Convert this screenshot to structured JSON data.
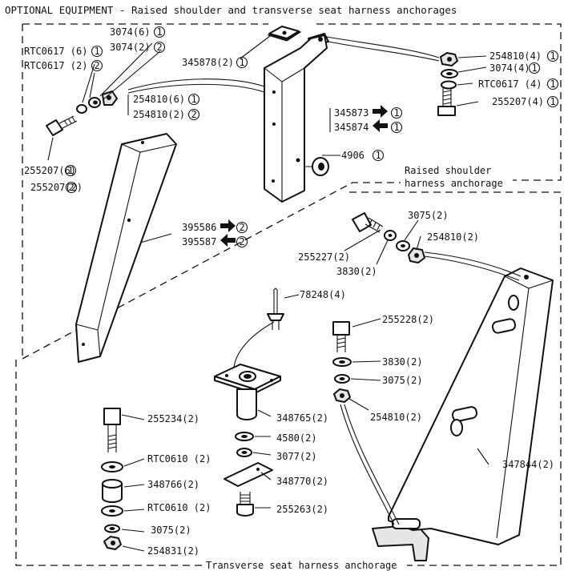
{
  "title": "OPTIONAL EQUIPMENT - Raised shoulder and transverse seat harness anchorages",
  "sections": {
    "raised": "Raised shoulder",
    "raised2": "harness anchorage",
    "transverse": "Transverse seat harness anchorage"
  },
  "labels": {
    "p3074_6": "3074(6)",
    "p3074_2": "3074(2)",
    "rtc0617_6": "RTC0617 (6)",
    "rtc0617_2": "RTC0617 (2)",
    "p345878": "345878(2)",
    "p254810_6": "254810(6)",
    "p254810_2": "254810(2)",
    "p255207_6": "255207(6)",
    "p255207_2": "255207(2)",
    "p345873": "345873",
    "p345874": "345874",
    "p4906": "4906",
    "r254810_4": "254810(4)",
    "r3074_4": "3074(4)",
    "rrtc0617_4": "RTC0617 (4)",
    "r255207_4": "255207(4)",
    "p395586": "395586",
    "p395587": "395587",
    "p3075_top": "3075(2)",
    "p254810_top": "254810(2)",
    "p255227": "255227(2)",
    "p3830_top": "3830(2)",
    "p78248": "78248(4)",
    "p255228": "255228(2)",
    "p3830_mid": "3830(2)",
    "p3075_mid": "3075(2)",
    "p254810_mid": "254810(2)",
    "p255234": "255234(2)",
    "p348765": "348765(2)",
    "prtc0610_a": "RTC0610 (2)",
    "p4580": "4580(2)",
    "p3077": "3077(2)",
    "p348766": "348766(2)",
    "p348770": "348770(2)",
    "prtc0610_b": "RTC0610 (2)",
    "p255263": "255263(2)",
    "p3075_bot": "3075(2)",
    "p347844": "347844(2)",
    "p254831": "254831(2)"
  },
  "markers": {
    "one": "1",
    "two": "2"
  },
  "icons": [
    "right-hand-arrow-icon",
    "left-hand-arrow-icon"
  ]
}
